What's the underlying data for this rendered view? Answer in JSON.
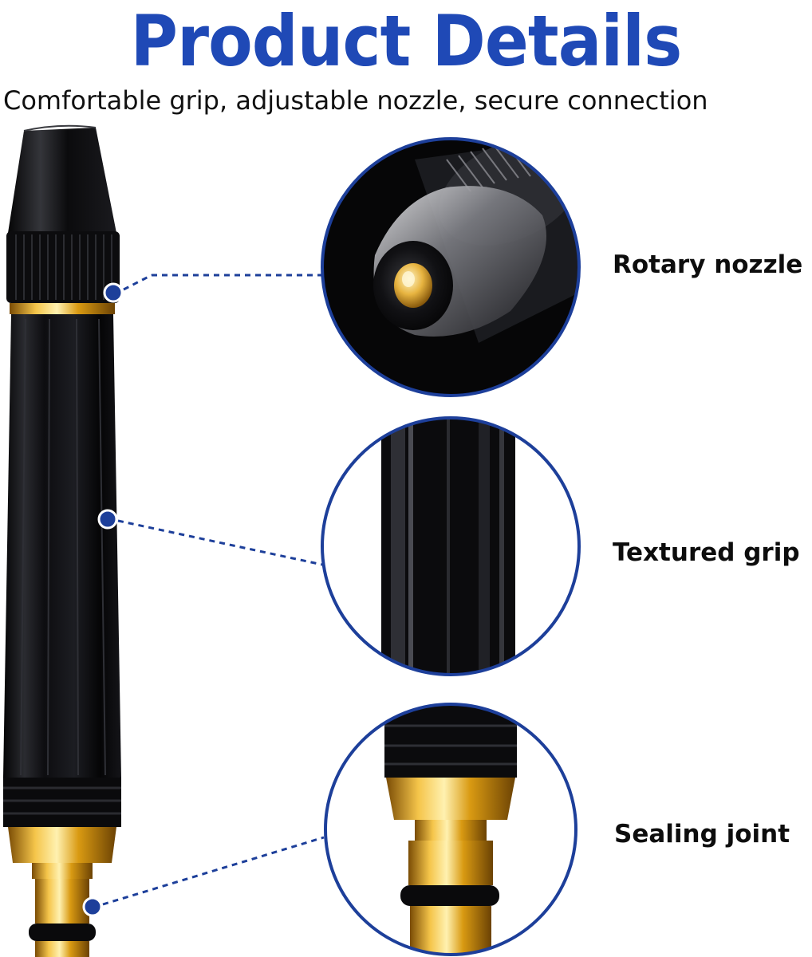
{
  "header": {
    "title": "Product Details",
    "subtitle": "Comfortable grip, adjustable nozzle, secure connection"
  },
  "callouts": [
    {
      "id": "nozzle",
      "label": "Rotary nozzle"
    },
    {
      "id": "grip",
      "label": "Textured grip"
    },
    {
      "id": "joint",
      "label": "Sealing joint"
    }
  ],
  "colors": {
    "title": "#1f49b6",
    "accent": "#1d3f9a",
    "body_black": "#0b0b0d",
    "brass": "#d99a12"
  },
  "icons": {
    "nozzle_marker": "dot-icon",
    "grip_marker": "dot-icon",
    "joint_marker": "dot-icon"
  }
}
